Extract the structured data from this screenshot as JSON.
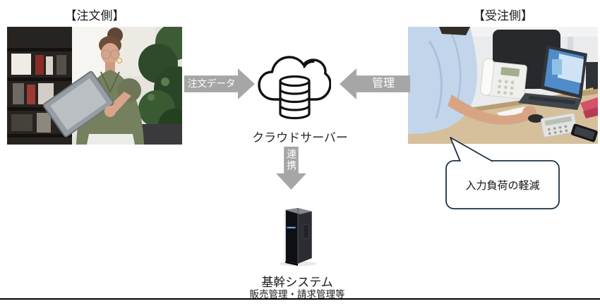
{
  "diagram": {
    "headers": {
      "order": "【注文側】",
      "receive": "【受注側】"
    },
    "cloud": {
      "label": "クラウドサーバー",
      "icon": "cloud-database-icon"
    },
    "arrows": {
      "order_data": {
        "label": "注文データ",
        "direction": "right"
      },
      "manage": {
        "label": "管理",
        "direction": "left"
      },
      "link": {
        "label": "連携",
        "direction": "down"
      }
    },
    "core_system": {
      "title": "基幹システム",
      "subtitle": "販売管理・請求管理等",
      "icon": "server-tower-icon"
    },
    "callout": {
      "text": "入力負荷の軽減"
    },
    "images": {
      "order_photo": "woman-using-tablet",
      "receive_photo": "man-typing-at-office-desk"
    },
    "colors": {
      "arrow_fill": "#a6a6a6",
      "arrow_text": "#ffffff",
      "icon_stroke": "#111111",
      "callout_border": "#1c3144",
      "divider": "#000000",
      "background": "#ffffff"
    }
  }
}
